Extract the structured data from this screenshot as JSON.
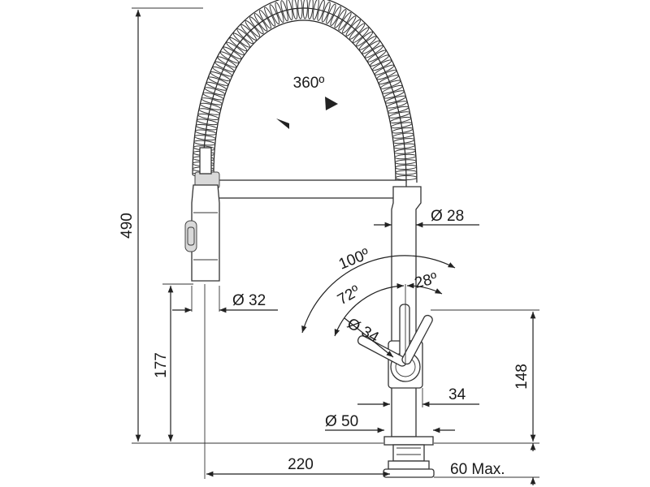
{
  "dimensions": {
    "rotation": "360º",
    "total_height": "490",
    "spout_diameter": "Ø 28",
    "angle_total": "100º",
    "angle_front": "72º",
    "angle_back": "28º",
    "handle_diameter": "Ø 34",
    "head_diameter": "Ø 32",
    "height_left": "177",
    "height_right": "148",
    "handle_offset": "34",
    "base_diameter": "Ø 50",
    "reach": "220",
    "deck_thickness": "60 Max."
  },
  "colors": {
    "line": "#222222",
    "shade": "#d9d9d9"
  }
}
